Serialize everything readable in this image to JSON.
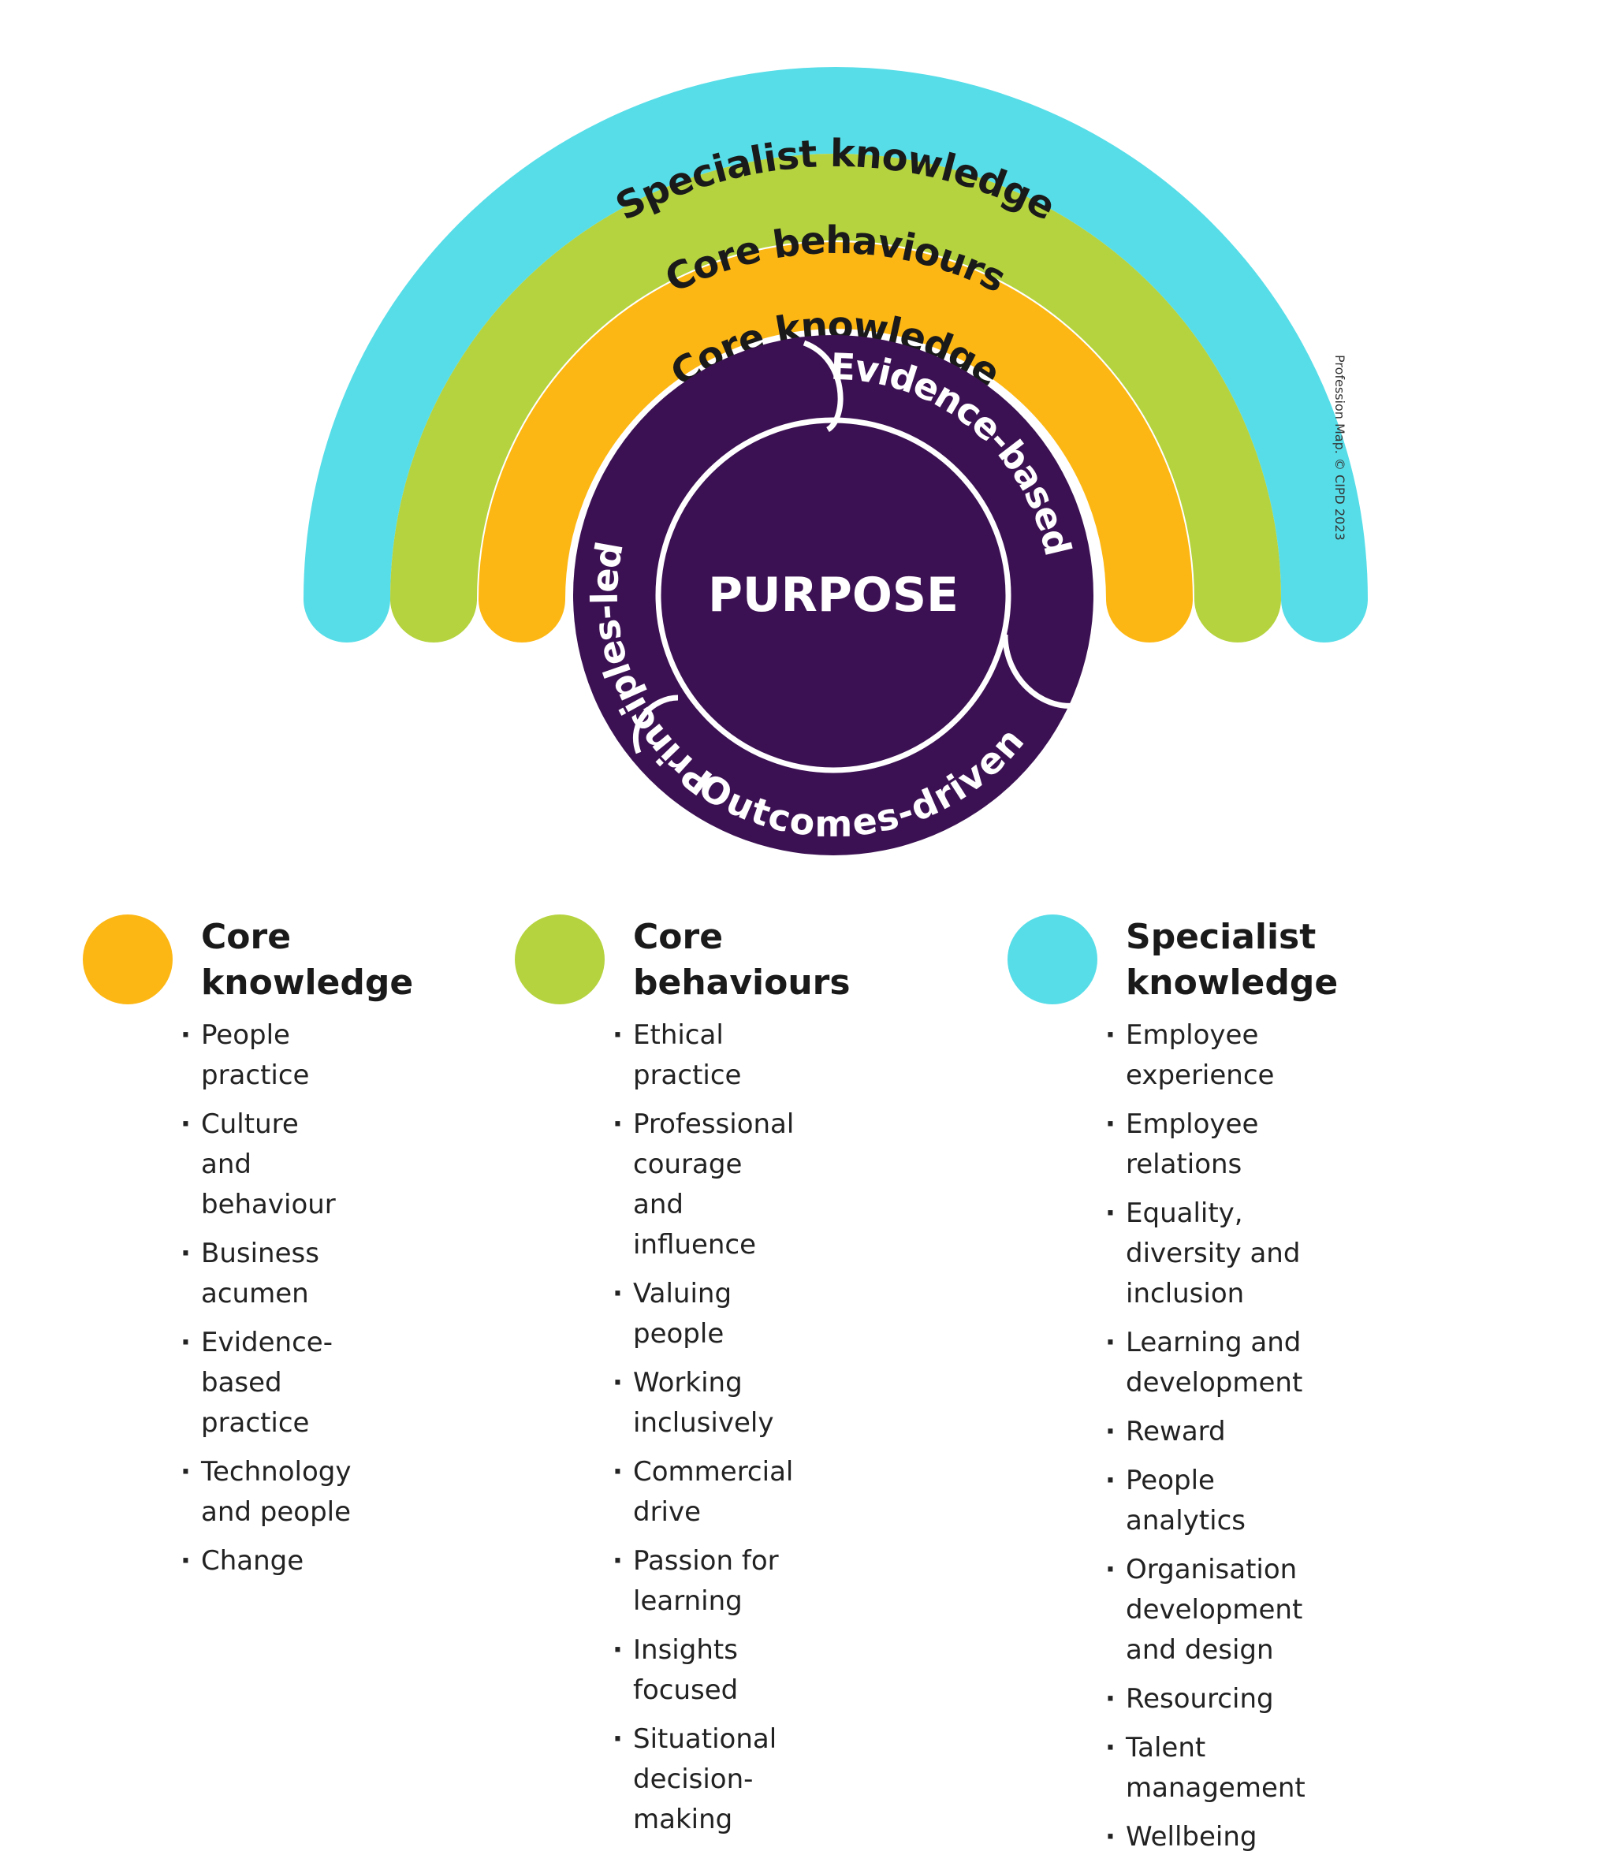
{
  "colors": {
    "specialist": "#57dde8",
    "behaviours": "#b5d33f",
    "core": "#fdb714",
    "purple": "#3c1153"
  },
  "diagram": {
    "arcs": {
      "specialist": "Specialist knowledge",
      "behaviours": "Core behaviours",
      "core": "Core knowledge"
    },
    "ring": {
      "principles": "Principles-led",
      "evidence": "Evidence-based",
      "outcomes": "Outcomes-driven"
    },
    "center": "PURPOSE",
    "copyright": "Profession Map. © CIPD 2023"
  },
  "legend": {
    "core_knowledge": {
      "title_line1": "Core",
      "title_line2": "knowledge",
      "items": [
        "People practice",
        "Culture and\nbehaviour",
        "Business acumen",
        "Evidence-based\npractice",
        "Technology\nand people",
        "Change"
      ]
    },
    "core_behaviours": {
      "title_line1": "Core",
      "title_line2": "behaviours",
      "items": [
        "Ethical practice",
        "Professional courage\nand influence",
        "Valuing people",
        "Working inclusively",
        "Commercial drive",
        "Passion for learning",
        "Insights focused",
        "Situational\ndecision-making"
      ]
    },
    "specialist_knowledge": {
      "title_line1": "Specialist",
      "title_line2": "knowledge",
      "items": [
        "Employee experience",
        "Employee relations",
        "Equality, diversity and\ninclusion",
        "Learning and development",
        "Reward",
        "People analytics",
        "Organisation development\nand design",
        "Resourcing",
        "Talent management",
        "Wellbeing"
      ]
    }
  }
}
